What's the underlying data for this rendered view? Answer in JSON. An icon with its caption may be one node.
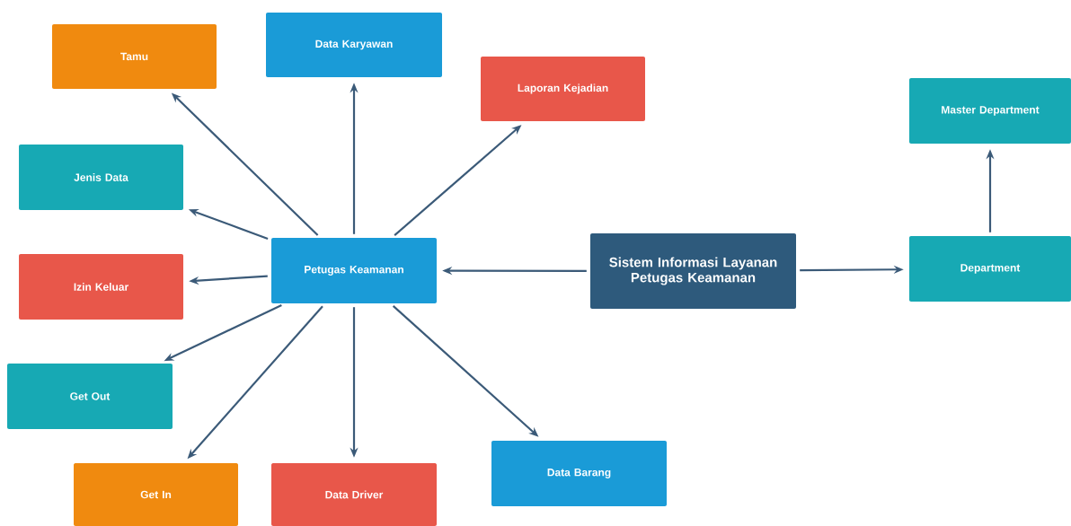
{
  "diagram": {
    "nodes": [
      {
        "text": [
          "Tamu"
        ]
      },
      {
        "text": [
          "Data Karyawan"
        ]
      },
      {
        "text": [
          "Laporan Kejadian"
        ]
      },
      {
        "text": [
          "Master Department"
        ]
      },
      {
        "text": [
          "Jenis Data"
        ]
      },
      {
        "text": [
          "Petugas Keamanan"
        ]
      },
      {
        "text": [
          "Sistem Informasi Layanan Petugas Keamanan"
        ]
      },
      {
        "text": [
          "Department"
        ]
      },
      {
        "text": [
          "Izin Keluar"
        ]
      },
      {
        "text": [
          "Get Out"
        ]
      },
      {
        "text": [
          "Data Barang"
        ]
      },
      {
        "text": [
          "Get In"
        ]
      },
      {
        "text": [
          "Data Driver"
        ]
      }
    ],
    "edges": [
      {
        "from": 6,
        "to": 5,
        "arrow": "to"
      },
      {
        "from": 6,
        "to": 7,
        "arrow": "to"
      },
      {
        "from": 7,
        "to": 3,
        "arrow": "to"
      },
      {
        "from": 5,
        "to": 0,
        "arrow": "to"
      },
      {
        "from": 5,
        "to": 1,
        "arrow": "to"
      },
      {
        "from": 5,
        "to": 2,
        "arrow": "to"
      },
      {
        "from": 5,
        "to": 4,
        "arrow": "to"
      },
      {
        "from": 5,
        "to": 8,
        "arrow": "to"
      },
      {
        "from": 5,
        "to": 9,
        "arrow": "to"
      },
      {
        "from": 5,
        "to": 11,
        "arrow": "to"
      },
      {
        "from": 5,
        "to": 12,
        "arrow": "to"
      },
      {
        "from": 5,
        "to": 10,
        "arrow": "to"
      }
    ]
  }
}
